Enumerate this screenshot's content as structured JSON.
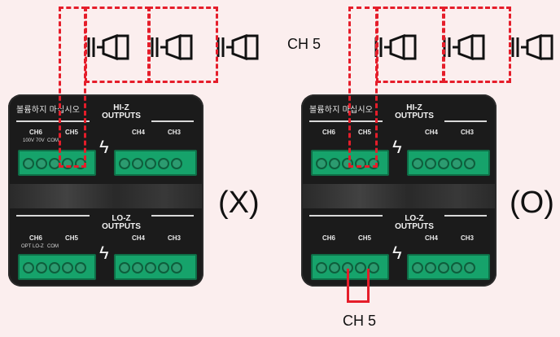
{
  "labels": {
    "ch5_top": "CH 5",
    "ch5_bottom": "CH 5",
    "wrong": "(X)",
    "right": "(O)"
  },
  "panel": {
    "top_text": "볼륨하지 마십시오",
    "hiz": {
      "title": "HI-Z",
      "subtitle": "OUTPUTS"
    },
    "loz": {
      "title": "LO-Z",
      "subtitle": "OUTPUTS"
    },
    "hiz_channels": [
      "CH6",
      "CH5",
      "CH4",
      "CH3"
    ],
    "hiz_terms": [
      "100V",
      "70V",
      "COM"
    ],
    "loz_channels": [
      "CH6",
      "CH5",
      "CH4",
      "CH3"
    ],
    "loz_terms": [
      "OPT",
      "LO-Z",
      "COM"
    ]
  },
  "colors": {
    "dashed": "#e51d2a",
    "background": "#fbeeee",
    "connector_green": "#16a36b"
  }
}
